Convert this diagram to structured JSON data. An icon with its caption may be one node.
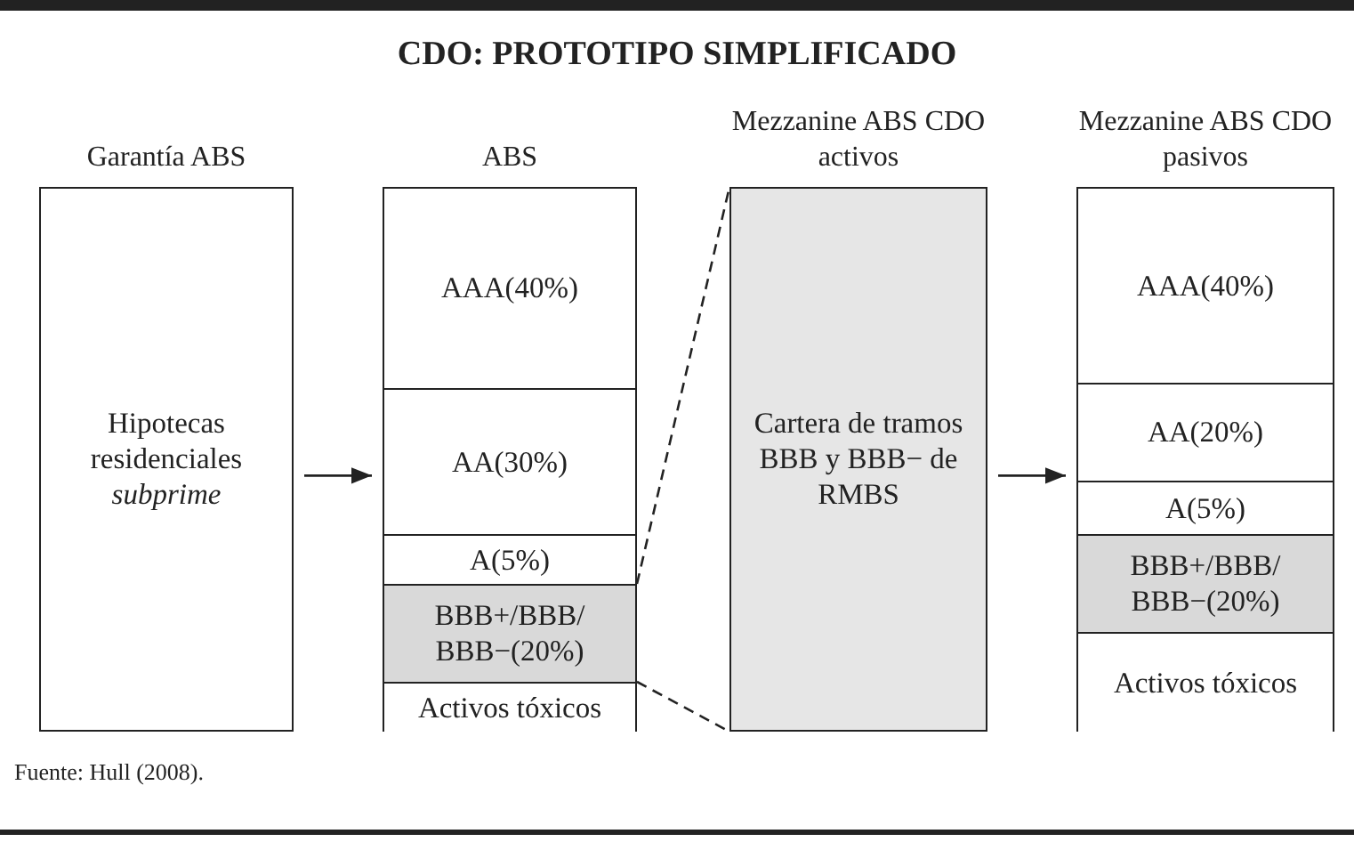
{
  "diagram": {
    "title": "CDO: PROTOTIPO SIMPLIFICADO",
    "nodes": [
      {
        "text": [
          "Garantía ABS",
          "Hipotecas residenciales *subprime*"
        ]
      },
      {
        "text": [
          "ABS"
        ]
      },
      {
        "text": [
          "AAA(40%)"
        ],
        "in": 1
      },
      {
        "text": [
          "AA(30%)"
        ],
        "in": 1
      },
      {
        "text": [
          "A(5%)"
        ],
        "in": 1
      },
      {
        "text": [
          "BBB+/BBB/ BBB−(20%)"
        ],
        "in": 1
      },
      {
        "text": [
          "Activos tóxicos"
        ],
        "in": 1
      },
      {
        "text": [
          "Mezzanine ABS CDO activos",
          "Cartera de tramos BBB y BBB− de RMBS"
        ]
      },
      {
        "text": [
          "Mezzanine ABS CDO pasivos"
        ]
      },
      {
        "text": [
          "AAA(40%)"
        ],
        "in": 8
      },
      {
        "text": [
          "AA(20%)"
        ],
        "in": 8
      },
      {
        "text": [
          "A(5%)"
        ],
        "in": 8
      },
      {
        "text": [
          "BBB+/BBB/ BBB−(20%)"
        ],
        "in": 8
      },
      {
        "text": [
          "Activos tóxicos"
        ],
        "in": 8
      }
    ],
    "edges": [
      {
        "from": 0,
        "to": 1,
        "arrow": "to"
      },
      {
        "from": 5,
        "to": 7,
        "arrow": "none",
        "style": "dashed"
      },
      {
        "from": 5,
        "to": 7,
        "arrow": "none",
        "style": "dashed"
      },
      {
        "from": 7,
        "to": 8,
        "arrow": "to"
      }
    ],
    "labels": [
      "Fuente: Hull (2008)."
    ]
  }
}
